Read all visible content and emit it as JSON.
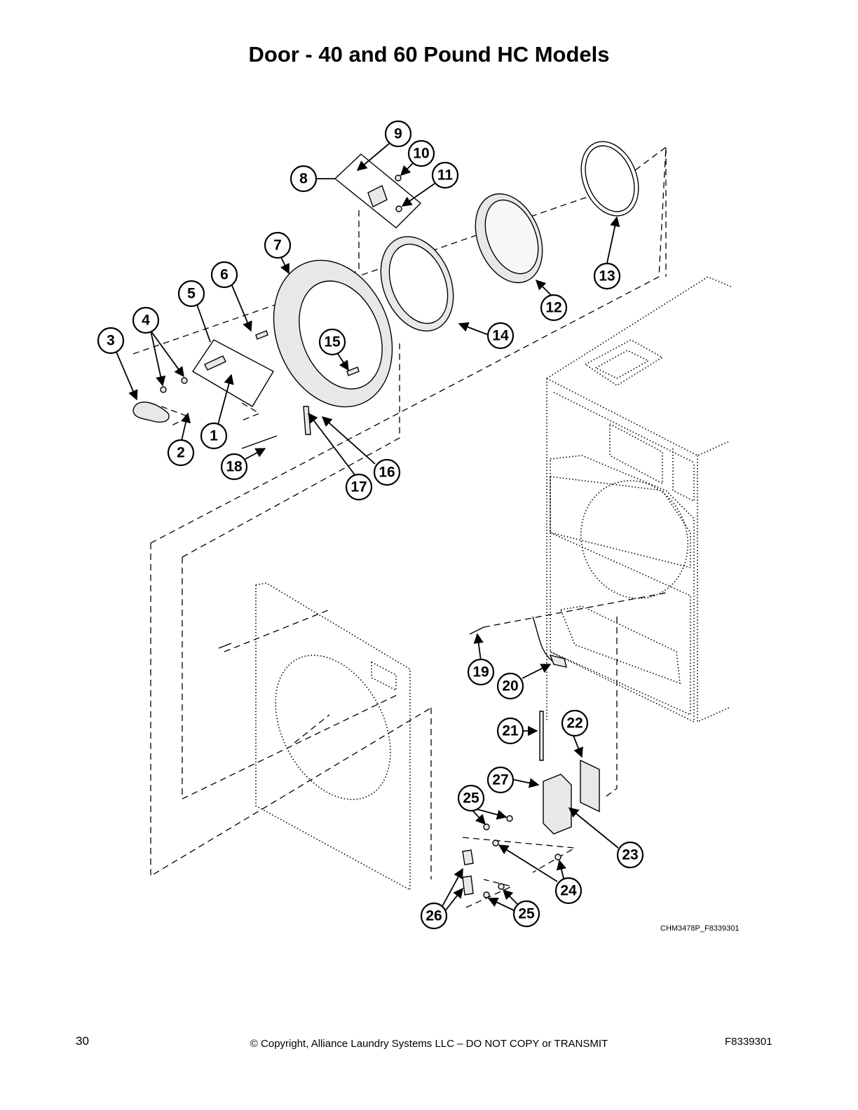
{
  "title": "Door - 40 and 60 Pound HC Models",
  "drawing_code": "CHM3478P_F8339301",
  "footer": {
    "page_number": "30",
    "copyright": "© Copyright, Alliance Laundry Systems LLC – DO NOT COPY or TRANSMIT",
    "document_number": "F8339301"
  },
  "callouts": [
    "1",
    "2",
    "3",
    "4",
    "5",
    "6",
    "7",
    "8",
    "9",
    "10",
    "11",
    "12",
    "13",
    "14",
    "15",
    "16",
    "17",
    "18",
    "19",
    "20",
    "21",
    "22",
    "23",
    "24",
    "25",
    "25",
    "26",
    "27"
  ]
}
